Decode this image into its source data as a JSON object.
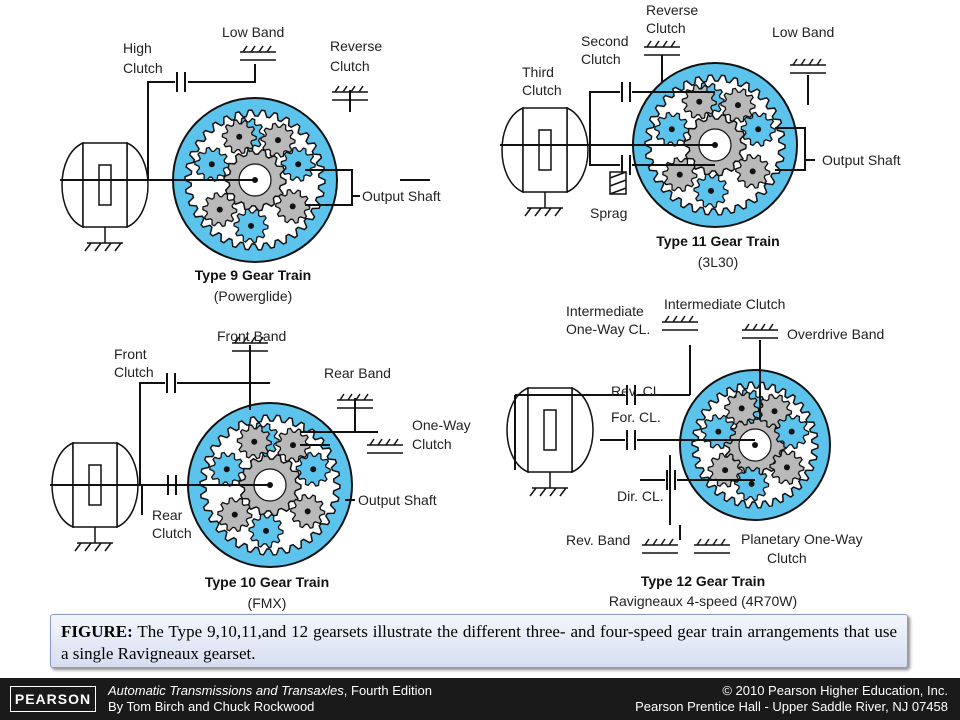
{
  "type9": {
    "labels": [
      "High",
      "Clutch",
      "Low Band",
      "Reverse",
      "Clutch",
      "Output Shaft"
    ],
    "title": "Type 9 Gear Train",
    "subtitle": "(Powerglide)"
  },
  "type11": {
    "labels": [
      "Reverse",
      "Clutch",
      "Second",
      "Clutch",
      "Third",
      "Clutch",
      "Low Band",
      "Output Shaft",
      "Sprag"
    ],
    "title": "Type 11 Gear Train",
    "subtitle": "(3L30)"
  },
  "type10": {
    "labels": [
      "Front Band",
      "Front",
      "Clutch",
      "Rear Band",
      "One-Way",
      "Clutch",
      "Output Shaft",
      "Rear",
      "Clutch"
    ],
    "title": "Type 10 Gear Train",
    "subtitle": "(FMX)"
  },
  "type12": {
    "labels": [
      "Intermediate",
      "One-Way CL.",
      "Intermediate Clutch",
      "Overdrive Band",
      "Rev. CL.",
      "For. CL.",
      "Dir. CL.",
      "Rev. Band",
      "Planetary One-Way",
      "Clutch"
    ],
    "title": "Type 12 Gear Train",
    "subtitle": "Ravigneaux 4-speed (4R70W)"
  },
  "caption": {
    "lead": "FIGURE:",
    "text": "The Type 9,10,11,and 12 gearsets illustrate the different three- and four-speed gear train arrangements that use a single Ravigneaux gearset."
  },
  "footer": {
    "logo": "PEARSON",
    "book_title": "Automatic Transmissions and Transaxles",
    "edition": ", Fourth Edition",
    "authors": "By Tom Birch and Chuck Rockwood",
    "copyright": "© 2010 Pearson Higher Education, Inc.",
    "publisher": "Pearson Prentice Hall - Upper Saddle River, NJ 07458"
  },
  "colors": {
    "gear_blue": "#5cc4ec",
    "gear_gray": "#b9b9b9",
    "line": "#111111",
    "footer_bg": "#1a1a1a"
  }
}
